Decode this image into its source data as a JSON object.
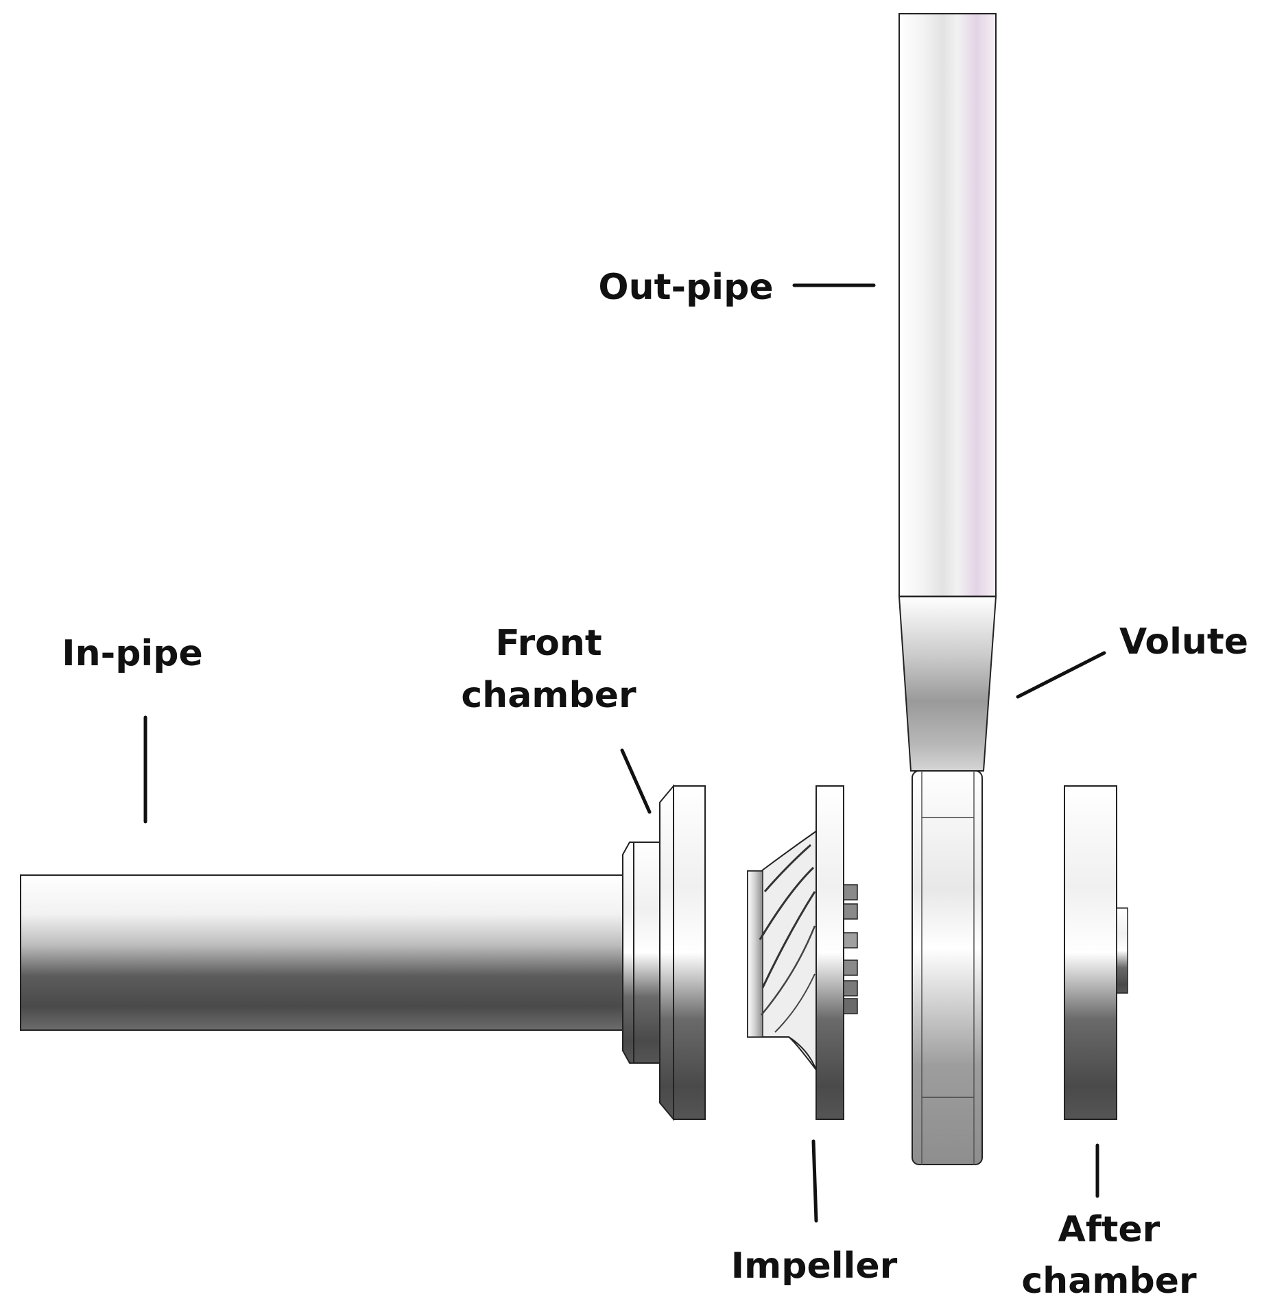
{
  "diagram": {
    "labels": {
      "out_pipe": "Out-pipe",
      "volute": "Volute",
      "in_pipe": "In-pipe",
      "front_chamber_1": "Front",
      "front_chamber_2": "chamber",
      "impeller": "Impeller",
      "after_chamber_1": "After",
      "after_chamber_2": "chamber"
    },
    "colors": {
      "background": "#ffffff",
      "line": "#111111",
      "metal_light": "#f4f4f4",
      "metal_mid": "#b5b5b5",
      "metal_dark": "#4a4a4a",
      "pipe_tint": "#e3d3e6"
    }
  }
}
